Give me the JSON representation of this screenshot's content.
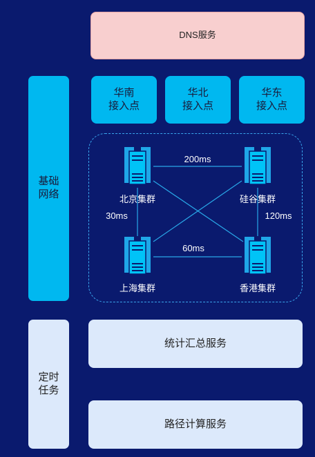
{
  "dns": {
    "label": "DNS服务"
  },
  "side": {
    "network": [
      "基础",
      "网络"
    ],
    "scheduled": [
      "定时",
      "任务"
    ]
  },
  "access_points": [
    {
      "line1": "华南",
      "line2": "接入点"
    },
    {
      "line1": "华北",
      "line2": "接入点"
    },
    {
      "line1": "华东",
      "line2": "接入点"
    }
  ],
  "clusters": {
    "beijing": "北京集群",
    "guigu": "硅谷集群",
    "shanghai": "上海集群",
    "hongkong": "香港集群"
  },
  "latencies": {
    "top": "200ms",
    "left": "30ms",
    "right": "120ms",
    "bottom": "60ms"
  },
  "services": {
    "stats": "统计汇总服务",
    "path": "路径计算服务"
  },
  "colors": {
    "background": "#0a1a6e",
    "accent": "#00b8f0",
    "dns_fill": "#f8cfcf",
    "service_fill": "#dce9fb",
    "link": "#29a8e8"
  },
  "icons": {
    "cluster": "server-rack-icon"
  }
}
